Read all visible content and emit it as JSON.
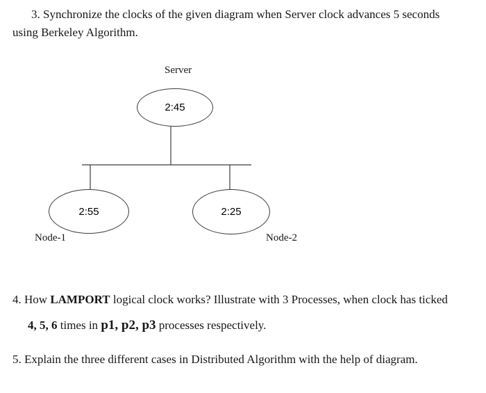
{
  "questions": {
    "q3": {
      "line1": "3.  Synchronize the clocks of the given diagram when Server clock advances 5 seconds",
      "line2": "using Berkeley Algorithm."
    },
    "q4": {
      "prefix": "4. How ",
      "bold1": "LAMPORT",
      "rest1": " logical clock works? Illustrate with 3 Processes, when clock has ticked",
      "bold2": "4, 5, 6",
      "mid2": " times in ",
      "bold3": "p1, p2, p3",
      "suffix": " processes respectively."
    },
    "q5": {
      "text": "5. Explain the three different cases in Distributed Algorithm with the help of diagram."
    }
  },
  "diagram": {
    "server_label": "Server",
    "server_time": "2:45",
    "node1_label": "Node-1",
    "node1_time": "2:55",
    "node2_label": "Node-2",
    "node2_time": "2:25",
    "line_color": "#3c3c3c"
  }
}
